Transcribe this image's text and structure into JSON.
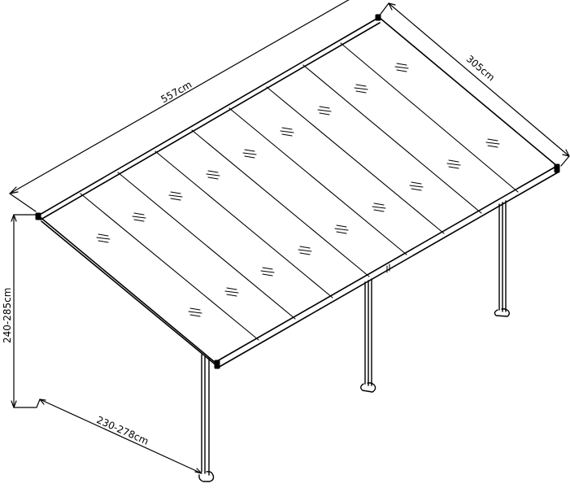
{
  "diagram": {
    "type": "isometric technical drawing",
    "subject": "wall-mounted pergola / patio canopy with polycarbonate roof panels",
    "line_color": "#000000",
    "background": "#ffffff",
    "roof_panels": 9,
    "support_posts": 3
  },
  "dimensions": {
    "width": "557cm",
    "depth": "305cm",
    "height": "240-285cm",
    "post_projection": "230-278cm"
  }
}
